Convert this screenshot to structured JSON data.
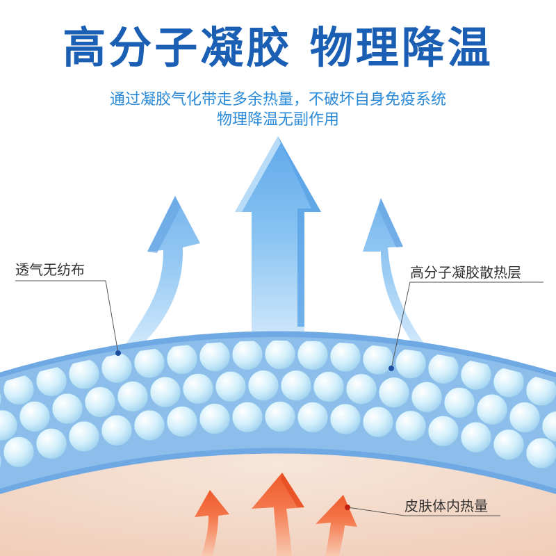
{
  "headline": "高分子凝胶 物理降温",
  "subtitle_line1": "通过凝胶气化带走多余热量，不破坏自身免疫系统",
  "subtitle_line2": "物理降温无副作用",
  "labels": {
    "fabric": "透气无纺布",
    "gel_layer": "高分子凝胶散热层",
    "body_heat": "皮肤体内热量"
  },
  "colors": {
    "headline": "#1a5fb4",
    "subtitle": "#2a8ad8",
    "gel_band": "#7ab2e8",
    "gel_bead": "#cfeefc",
    "arrow_cool": "#7fbdf2",
    "arrow_heat": "#f26a3c",
    "skin": "#f4d9c9"
  },
  "icons": {
    "cool_arrows": "upward-curved-arrow",
    "heat_arrows": "upward-curved-arrow"
  }
}
